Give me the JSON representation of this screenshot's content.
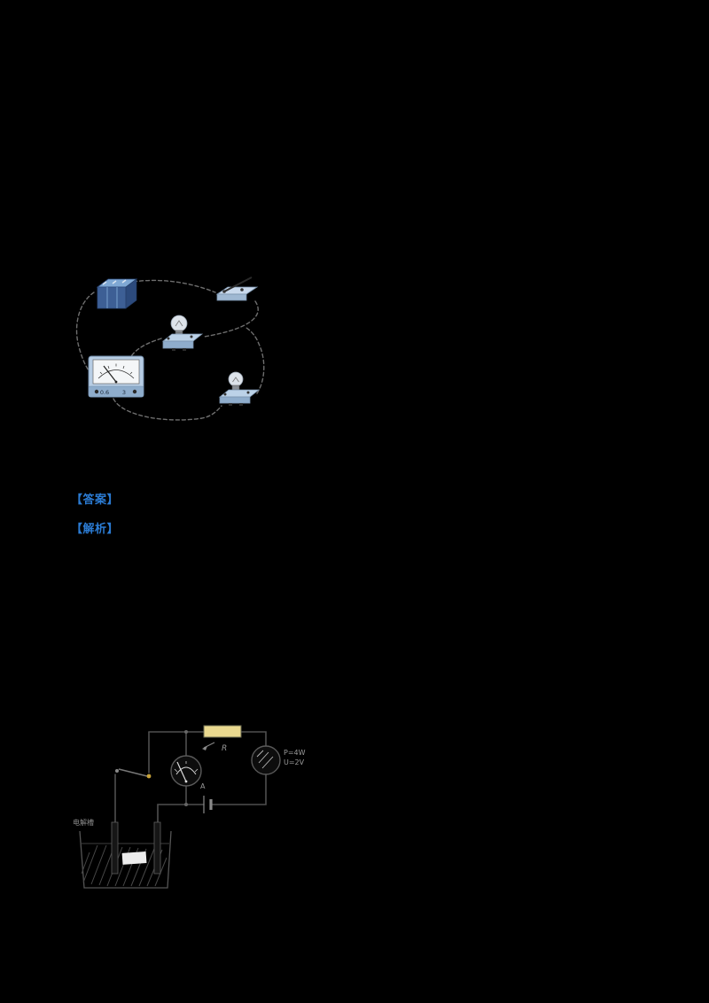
{
  "colors": {
    "background": "#000000",
    "link_blue": "#2b7bd3",
    "battery_blue": "#3d5f95",
    "battery_top_blue": "#7fa8d4",
    "platform_blue": "#bcd2e8",
    "platform_front_blue": "#8fadcc",
    "resistor_yellow": "#ead98f",
    "terminal_yellow": "#c9a43a"
  },
  "links": {
    "answer_label": "【答案】",
    "analysis_label": "【解析】"
  },
  "figure1": {
    "ammeter": {
      "range_low": "0.6",
      "range_high": "3"
    }
  },
  "figure2": {
    "resistor_label": "R",
    "meter_label": "A",
    "annotation_line1": "P=4W",
    "annotation_line2": "U=2V",
    "cell_label": "电解槽"
  }
}
